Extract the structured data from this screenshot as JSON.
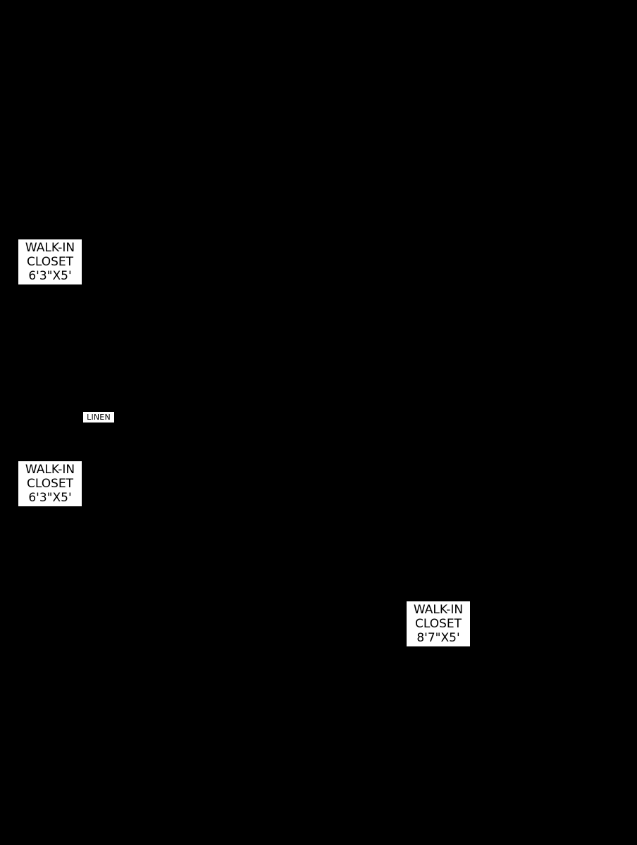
{
  "rooms": [
    {
      "name_line1": "WALK-IN",
      "name_line2": "CLOSET",
      "dimensions": "6'3\"X5'"
    },
    {
      "name_line1": "WALK-IN",
      "name_line2": "CLOSET",
      "dimensions": "6'3\"X5'"
    },
    {
      "name_line1": "WALK-IN",
      "name_line2": "CLOSET",
      "dimensions": "8'7\"X5'"
    }
  ],
  "linen": {
    "label": "LINEN"
  },
  "colors": {
    "background": "#000000",
    "label_background": "#ffffff",
    "text": "#000000"
  }
}
